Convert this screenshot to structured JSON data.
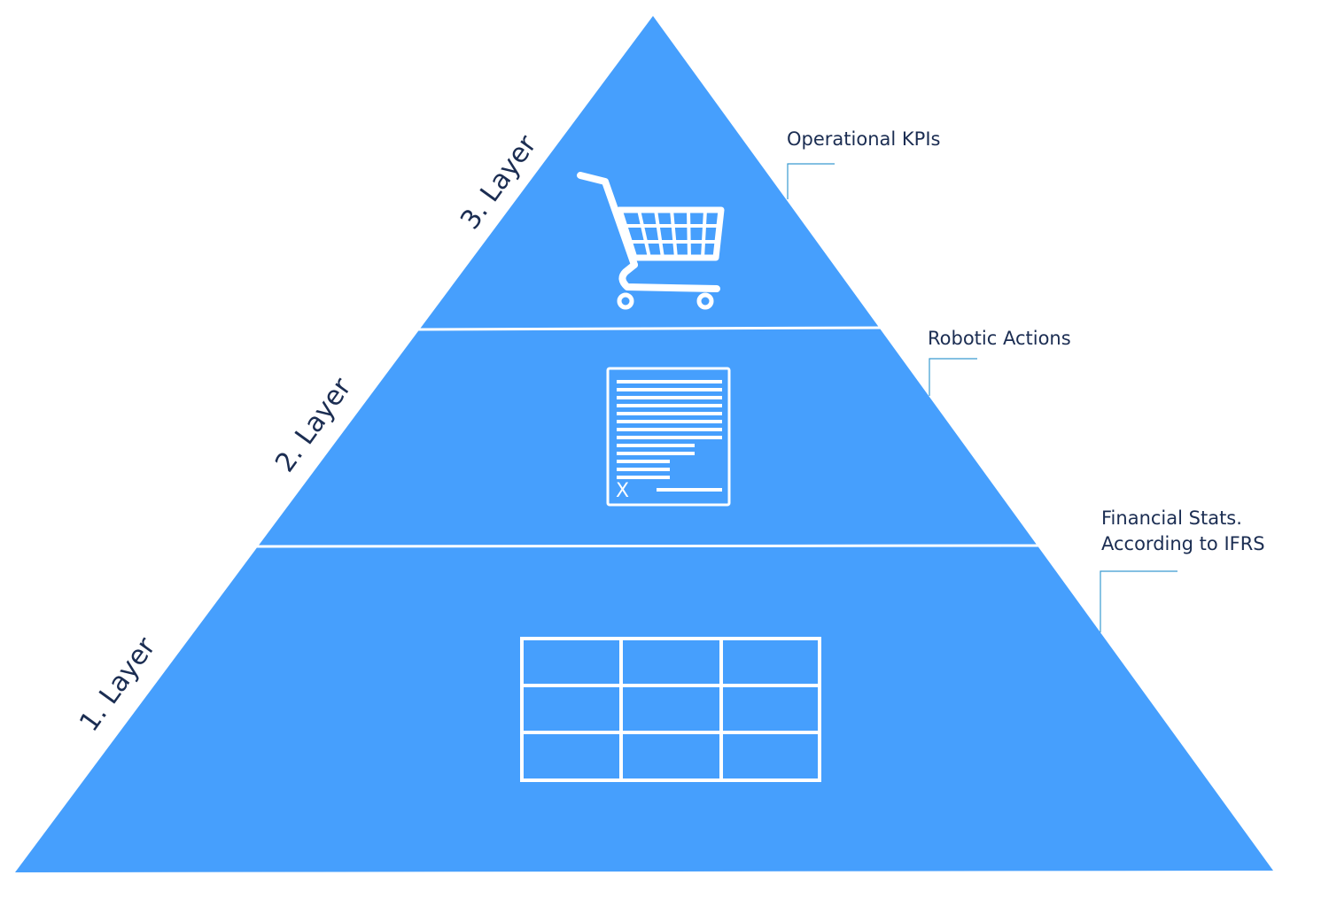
{
  "colors": {
    "pyramid_fill": "#469ffd",
    "separator": "#ffffff",
    "text": "#1b2d52",
    "callout_line": "#3a9bd0",
    "icon": "#ffffff"
  },
  "layers": [
    {
      "label": "1. Layer",
      "callout": [
        "Financial Stats.",
        "According to IFRS"
      ],
      "icon": "table-grid-icon"
    },
    {
      "label": "2. Layer",
      "callout": [
        "Robotic Actions"
      ],
      "icon": "document-icon",
      "document_mark": "X"
    },
    {
      "label": "3. Layer",
      "callout": [
        "Operational KPIs"
      ],
      "icon": "shopping-cart-icon"
    }
  ]
}
